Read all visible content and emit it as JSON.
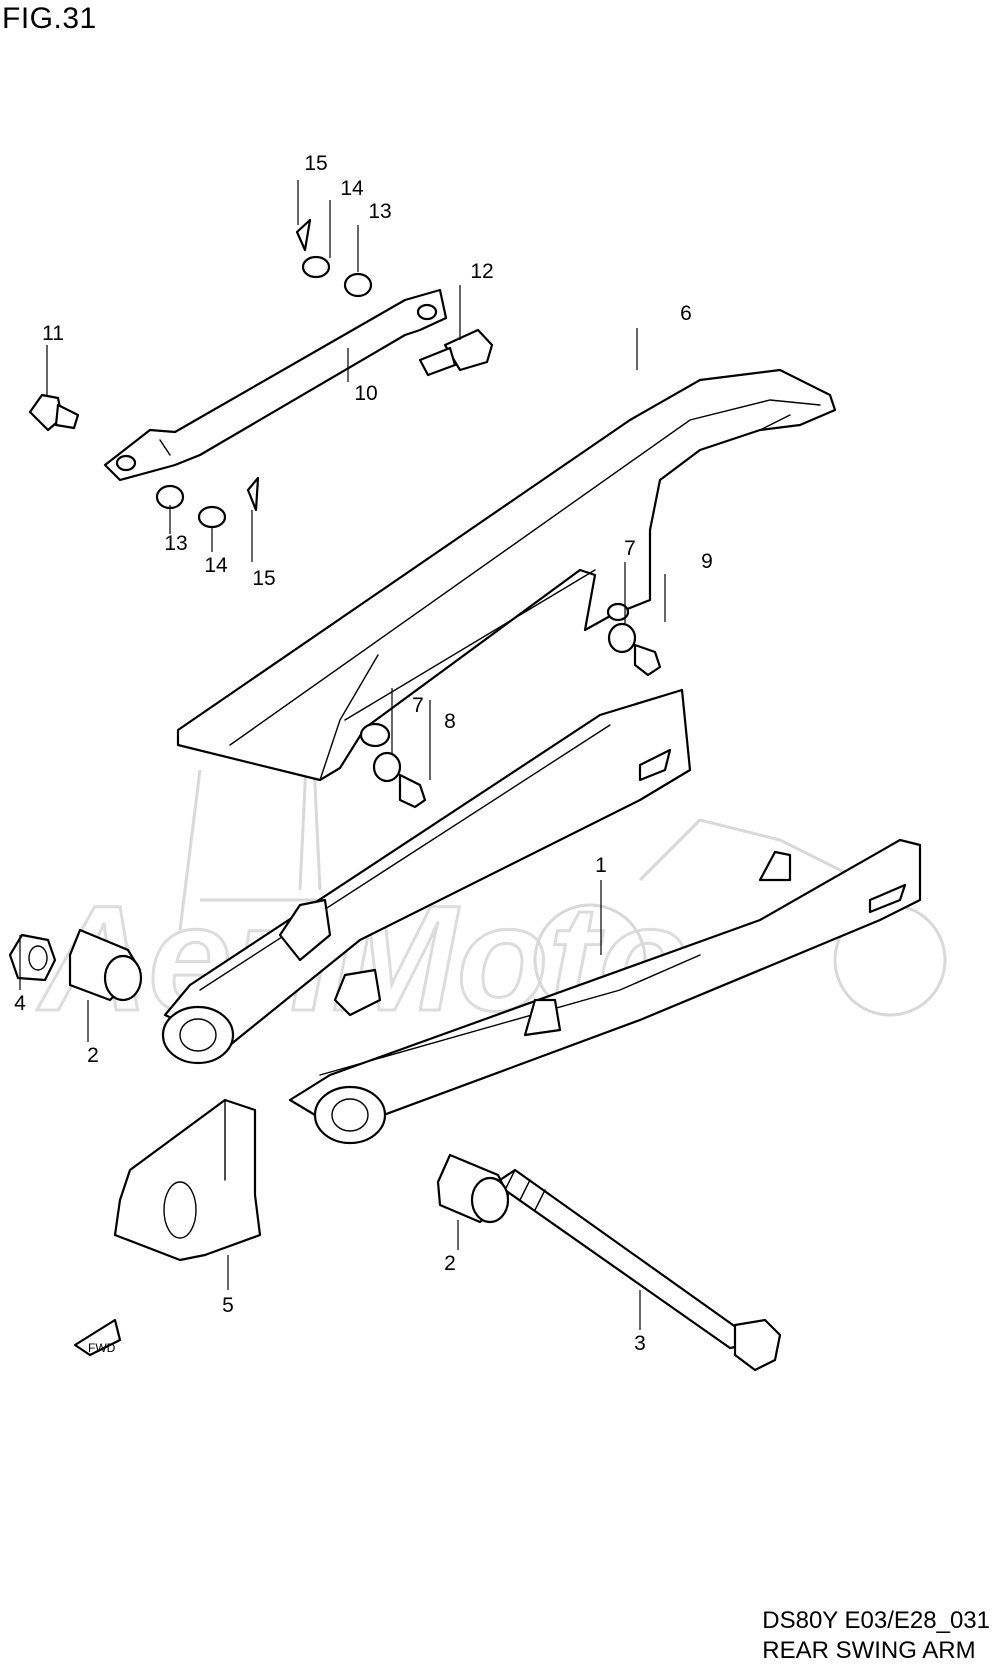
{
  "figure_label": "FIG.31",
  "footer": {
    "code": "DS80Y  E03/E28_031",
    "title": "REAR SWING ARM"
  },
  "watermark": "AeriMoto",
  "fwd_arrow": "FWD",
  "callouts": [
    "1",
    "2",
    "2",
    "3",
    "4",
    "5",
    "6",
    "7",
    "7",
    "8",
    "9",
    "10",
    "11",
    "12",
    "13",
    "13",
    "14",
    "14",
    "15",
    "15"
  ]
}
